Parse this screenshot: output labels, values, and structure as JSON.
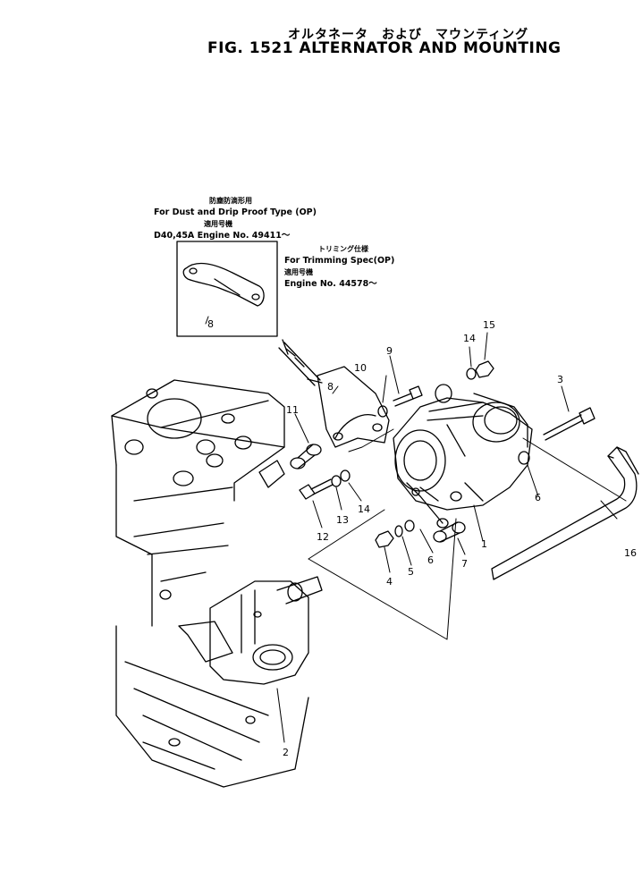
{
  "title": {
    "japanese": "オルタネータ　および　マウンティング",
    "english": "FIG. 1521  ALTERNATOR AND MOUNTING"
  },
  "notes": {
    "dust_proof": {
      "jp_header": "防塵防滴形用",
      "line1": "For Dust and Drip Proof Type (OP)",
      "jp_applicable": "適用号機",
      "line2": "D40,45A  Engine No. 49411～"
    },
    "trimming": {
      "jp_header": "トリミング仕様",
      "line1": "For Trimming Spec(OP)",
      "jp_applicable": "適用号機",
      "line2": "Engine No. 44578～"
    }
  },
  "callouts": [
    {
      "label": "1"
    },
    {
      "label": "2"
    },
    {
      "label": "3"
    },
    {
      "label": "4"
    },
    {
      "label": "5"
    },
    {
      "label": "6"
    },
    {
      "label": "6"
    },
    {
      "label": "7"
    },
    {
      "label": "8"
    },
    {
      "label": "8"
    },
    {
      "label": "9"
    },
    {
      "label": "10"
    },
    {
      "label": "11"
    },
    {
      "label": "12"
    },
    {
      "label": "13"
    },
    {
      "label": "14"
    },
    {
      "label": "14"
    },
    {
      "label": "15"
    },
    {
      "label": "16"
    }
  ]
}
